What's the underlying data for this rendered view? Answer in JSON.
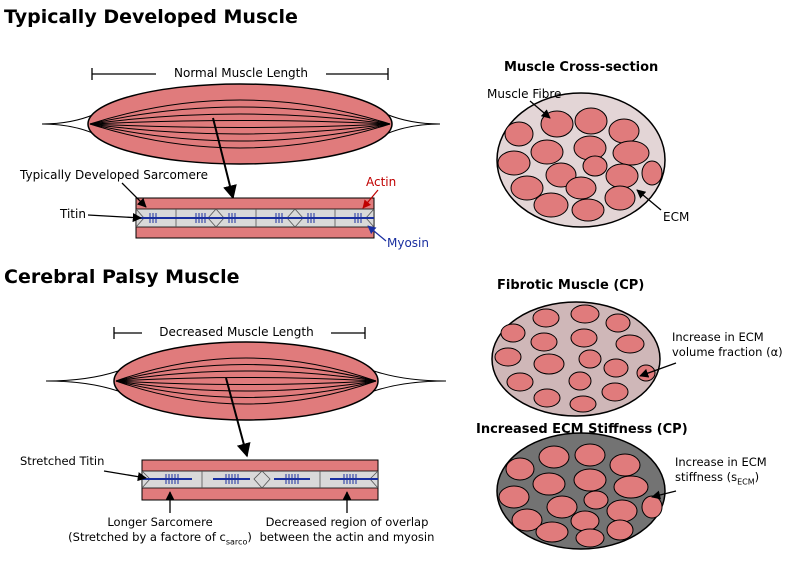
{
  "typical": {
    "title": "Typically Developed Muscle",
    "length_label": "Normal Muscle Length",
    "sarcomere_label": "Typically Developed Sarcomere",
    "titin_label": "Titin",
    "actin_label": "Actin",
    "myosin_label": "Myosin"
  },
  "cross_section": {
    "title": "Muscle Cross-section",
    "fibre_label": "Muscle Fibre",
    "ecm_label": "ECM"
  },
  "cp": {
    "title": "Cerebral Palsy Muscle",
    "length_label": "Decreased Muscle Length",
    "stretched_titin_label": "Stretched Titin",
    "longer_sarcomere_line1": "Longer Sarcomere",
    "longer_sarcomere_line2_prefix": "(Stretched by a factore of c",
    "longer_sarcomere_sub": "sarco",
    "longer_sarcomere_line2_suffix": ")",
    "overlap_line1": "Decreased region of overlap",
    "overlap_line2": "between the actin and myosin"
  },
  "fibrotic": {
    "title": "Fibrotic Muscle (CP)",
    "note_line1": "Increase in ECM",
    "note_line2": "volume fraction (α)"
  },
  "stiffness": {
    "title": "Increased ECM Stiffness (CP)",
    "note_line1": "Increase in ECM",
    "note_line2_prefix": "stiffness (s",
    "note_sub": "ECM",
    "note_line2_suffix": ")"
  },
  "colors": {
    "muscle": "#e07b7c",
    "ecm_light": "#e3d5d6",
    "ecm_fibrotic": "#cfb7b8",
    "ecm_stiff": "#737373",
    "actin": "#c00000",
    "myosin": "#1a2fa0"
  }
}
